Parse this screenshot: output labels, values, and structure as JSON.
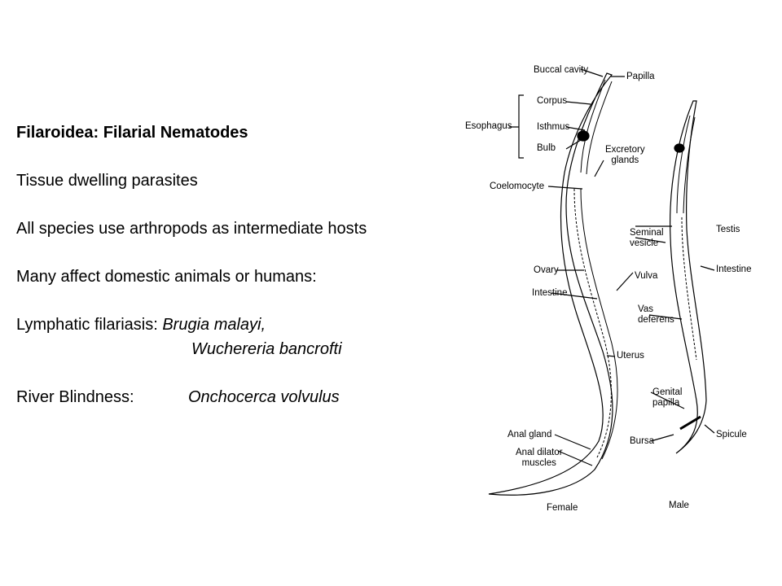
{
  "slide": {
    "heading": "Filaroidea: Filarial Nematodes",
    "lines": [
      "Tissue dwelling parasites",
      "All species use arthropods as intermediate hosts",
      "Many affect domestic animals or humans:"
    ],
    "lymphatic": {
      "label": "Lymphatic filariasis: ",
      "species_1": "Brugia malayi,",
      "species_2": "Wuchereria bancrofti"
    },
    "river": {
      "label": "River Blindness:",
      "species": "Onchocerca volvulus"
    }
  },
  "figure": {
    "labels": {
      "buccal_cavity": "Buccal cavity",
      "papilla": "Papilla",
      "corpus": "Corpus",
      "esophagus": "Esophagus",
      "isthmus": "Isthmus",
      "bulb": "Bulb",
      "excretory_glands": "Excretory\nglands",
      "coelomocyte": "Coelomocyte",
      "testis": "Testis",
      "seminal_vesicle": "Seminal\nvesicle",
      "intestine_male": "Intestine",
      "ovary": "Ovary",
      "vulva": "Vulva",
      "intestine_female": "Intestine",
      "vas_deferens": "Vas\ndeferens",
      "uterus": "Uterus",
      "genital_papilla": "Genital\npapilla",
      "anal_gland": "Anal gland",
      "spicule": "Spicule",
      "anal_dilator_muscles": "Anal dilator\nmuscles",
      "bursa": "Bursa",
      "female": "Female",
      "male": "Male"
    }
  }
}
